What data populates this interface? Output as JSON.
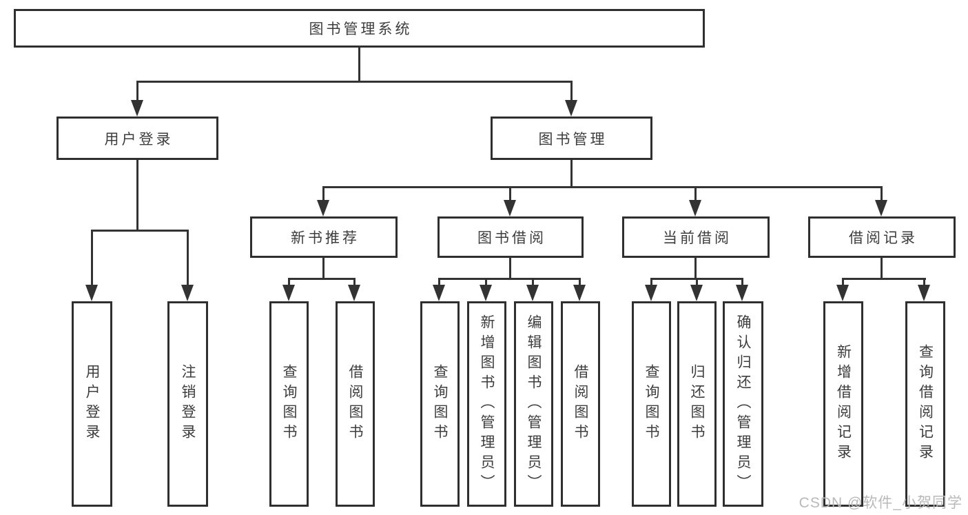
{
  "tree": {
    "root": {
      "label": "图书管理系统"
    },
    "branches": [
      {
        "label": "用户登录",
        "children": [
          {
            "label": "用户登录"
          },
          {
            "label": "注销登录"
          }
        ]
      },
      {
        "label": "图书管理",
        "children": [
          {
            "label": "新书推荐",
            "children": [
              {
                "label": "查询图书"
              },
              {
                "label": "借阅图书"
              }
            ]
          },
          {
            "label": "图书借阅",
            "children": [
              {
                "label": "查询图书"
              },
              {
                "label": "新增图书（管理员）"
              },
              {
                "label": "编辑图书（管理员）"
              },
              {
                "label": "借阅图书"
              }
            ]
          },
          {
            "label": "当前借阅",
            "children": [
              {
                "label": "查询图书"
              },
              {
                "label": "归还图书"
              },
              {
                "label": "确认归还（管理员）"
              }
            ]
          },
          {
            "label": "借阅记录",
            "children": [
              {
                "label": "新增借阅记录"
              },
              {
                "label": "查询借阅记录"
              }
            ]
          }
        ]
      }
    ]
  },
  "watermark": {
    "text": "CSDN @软件_小贺同学"
  },
  "colors": {
    "line": "#333333",
    "border": "#2f2f2f",
    "text": "#3d3d3d",
    "watermark": "#b9b9b9",
    "background": "#ffffff"
  }
}
